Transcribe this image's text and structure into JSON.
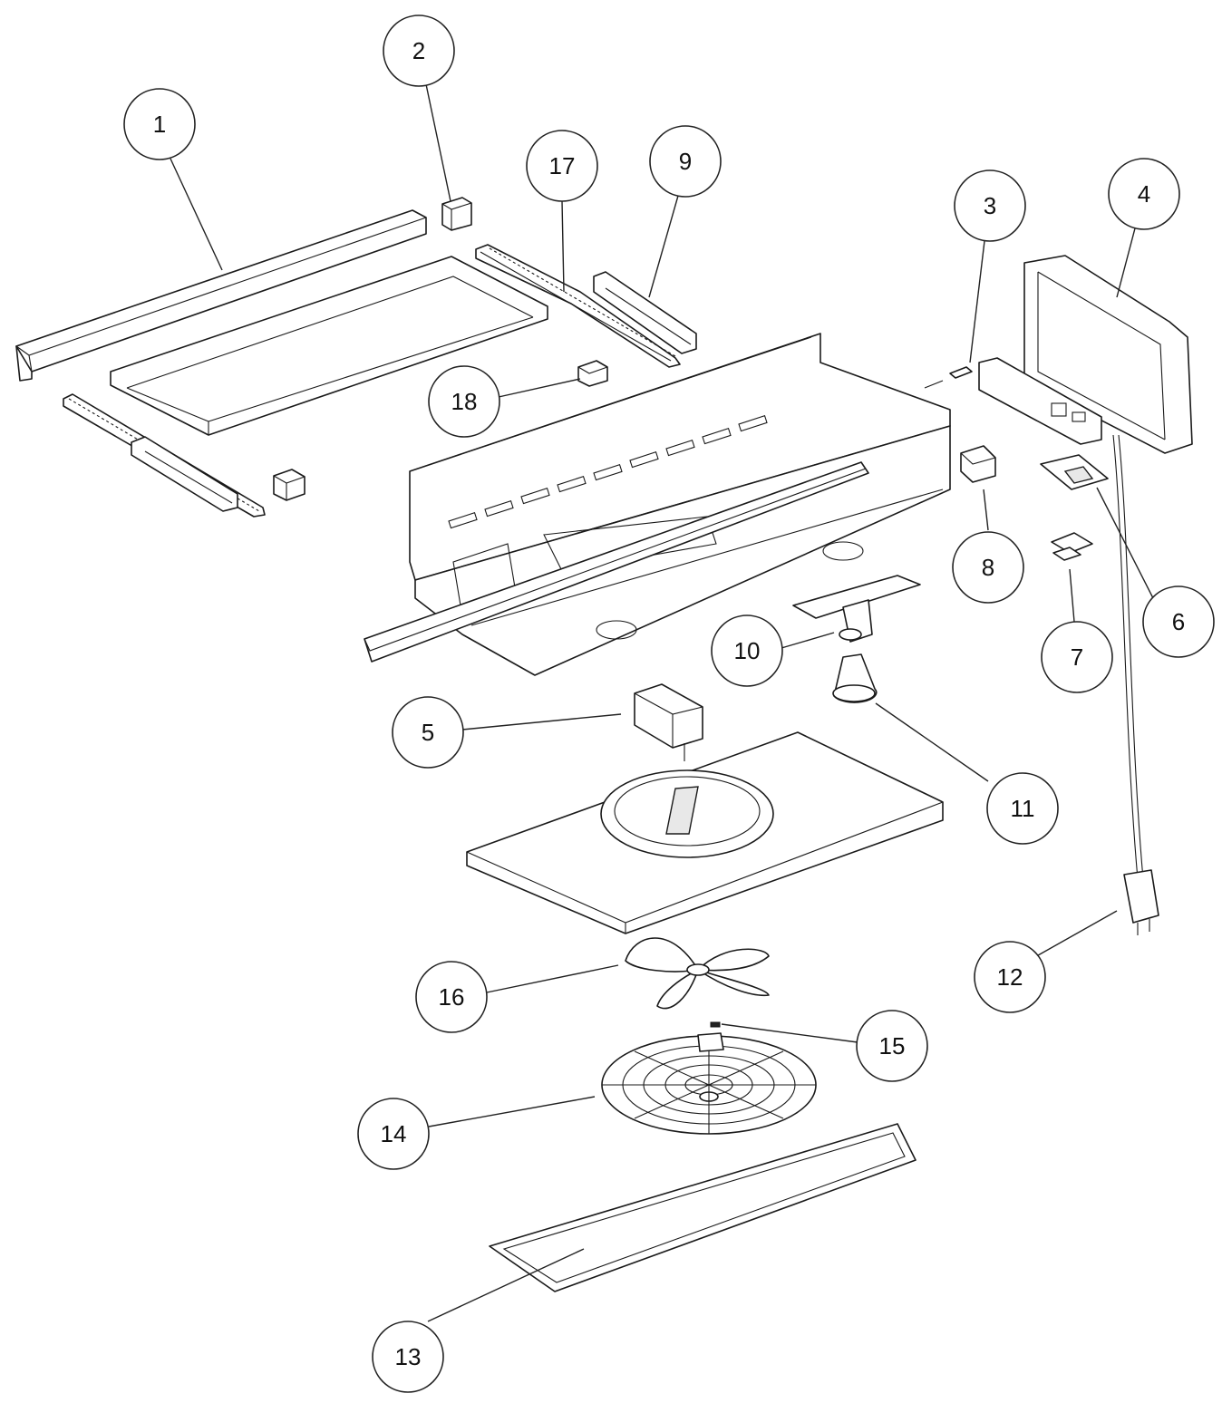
{
  "colors": {
    "line": "#1a1a1a",
    "background": "#ffffff"
  },
  "callouts": [
    {
      "id": "1",
      "label": "1"
    },
    {
      "id": "2",
      "label": "2"
    },
    {
      "id": "3",
      "label": "3"
    },
    {
      "id": "4",
      "label": "4"
    },
    {
      "id": "5",
      "label": "5"
    },
    {
      "id": "6",
      "label": "6"
    },
    {
      "id": "7",
      "label": "7"
    },
    {
      "id": "8",
      "label": "8"
    },
    {
      "id": "9",
      "label": "9"
    },
    {
      "id": "10",
      "label": "10"
    },
    {
      "id": "11",
      "label": "11"
    },
    {
      "id": "12",
      "label": "12"
    },
    {
      "id": "13",
      "label": "13"
    },
    {
      "id": "14",
      "label": "14"
    },
    {
      "id": "15",
      "label": "15"
    },
    {
      "id": "16",
      "label": "16"
    },
    {
      "id": "17",
      "label": "17"
    },
    {
      "id": "18",
      "label": "18"
    }
  ]
}
